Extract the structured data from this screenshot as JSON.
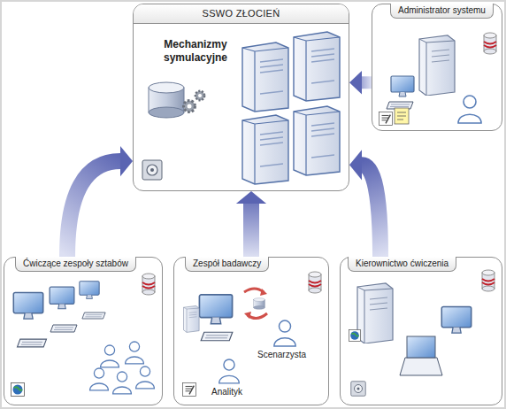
{
  "diagram": {
    "nodes": [
      {
        "text": [
          "SSWO ZŁOCIEŃ",
          "Mechanizmy symulacyjne"
        ]
      },
      {
        "text": [
          "Administrator systemu"
        ]
      },
      {
        "text": [
          "Ćwiczące zespoły sztabów"
        ]
      },
      {
        "text": [
          "Zespół badawczy",
          "Scenarzysta",
          "Analityk"
        ]
      },
      {
        "text": [
          "Kierownictwo ćwiczenia"
        ]
      }
    ],
    "edges": [
      {
        "from": 1,
        "to": 0,
        "arrow": "to"
      },
      {
        "from": 2,
        "to": 0,
        "arrow": "to"
      },
      {
        "from": 3,
        "to": 0,
        "arrow": "to"
      },
      {
        "from": 4,
        "to": 0,
        "arrow": "to"
      }
    ]
  }
}
